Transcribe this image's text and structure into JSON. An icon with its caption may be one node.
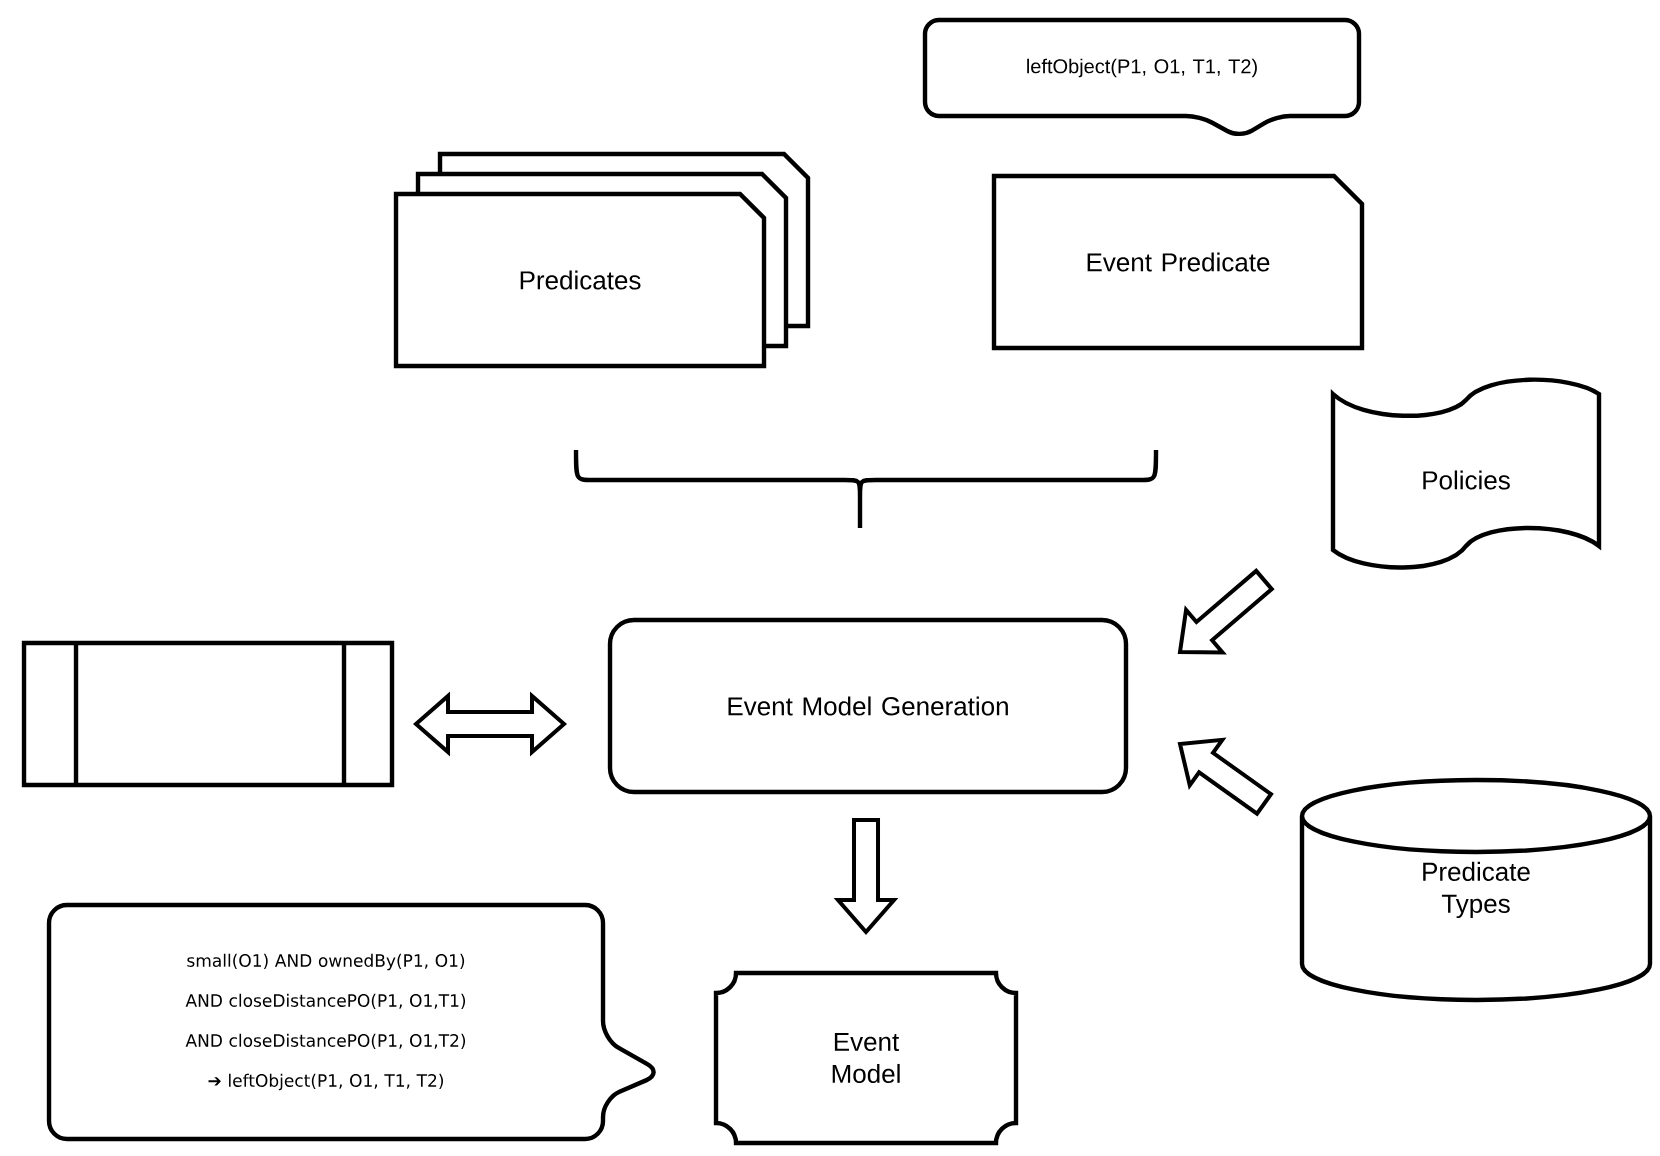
{
  "diagram": {
    "nodes": [
      {
        "text": [
          "leftObject(P1, O1, T1, T2)"
        ]
      },
      {
        "text": [
          "Predicates"
        ]
      },
      {
        "text": [
          "Event Predicate"
        ]
      },
      {
        "text": [
          "Policies"
        ]
      },
      {
        "text": [],
        "shape": "box"
      },
      {
        "text": [
          "Event Model Generation"
        ]
      },
      {
        "text": [
          "Predicate Types"
        ]
      },
      {
        "text": [
          "small(O1) AND ownedBy(P1, O1) AND closeDistancePO(P1, O1,T1) AND closeDistancePO(P1, O1,T2) ➔ leftObject(P1, O1, T1, T2)"
        ]
      },
      {
        "text": [
          "Event Model"
        ]
      }
    ],
    "edges": [
      {
        "from": 4,
        "to": 5,
        "arrow": "both"
      },
      {
        "from": 3,
        "to": 5,
        "arrow": "to"
      },
      {
        "from": 6,
        "to": 5,
        "arrow": "to"
      },
      {
        "from": 5,
        "to": 8,
        "arrow": "to"
      }
    ]
  }
}
